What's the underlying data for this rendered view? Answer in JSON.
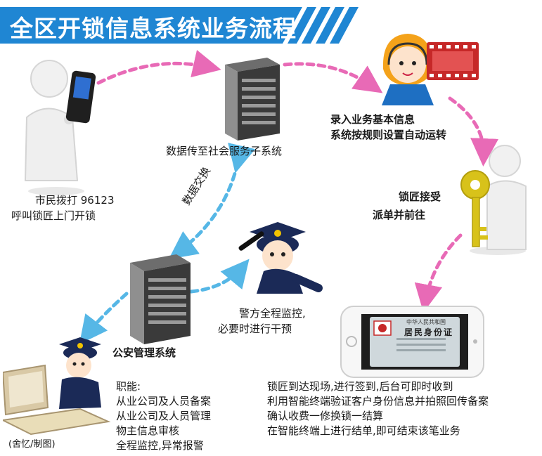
{
  "title": "全区开锁信息系统业务流程",
  "nodes": {
    "citizen": {
      "line1": "市民拨打 96123",
      "line2": "呼叫锁匠上门开锁"
    },
    "social_server": {
      "label": "数据传至社会服务子系统"
    },
    "operator": {
      "line1": "录入业务基本信息",
      "line2": "系统按规则设置自动运转"
    },
    "locksmith": {
      "line1": "锁匠接受",
      "line2": "派单并前往"
    },
    "exchange": {
      "label": "数据交换"
    },
    "police_server": {
      "label": "公安管理系统"
    },
    "police_monitor": {
      "line1": "警方全程监控,",
      "line2": "必要时进行干预"
    },
    "phone_card": {
      "line1": "中华人民共和国",
      "line2": "居民身份证"
    }
  },
  "duties": {
    "heading": "职能:",
    "items": [
      "从业公司及人员备案",
      "从业公司及人员管理",
      "物主信息审核",
      "全程监控,异常报警"
    ]
  },
  "process": {
    "items": [
      "锁匠到达现场,进行签到,后台可即时收到",
      "利用智能终端验证客户身份信息并拍照回传备案",
      "确认收费一修换锁一结算",
      "在智能终端上进行结单,即可结束该笔业务"
    ]
  },
  "credit": "(舍忆/制图)",
  "colors": {
    "title_bg": "#1f86d3",
    "pink_arrow": "#e86ab6",
    "blue_arrow": "#56b7e6"
  }
}
